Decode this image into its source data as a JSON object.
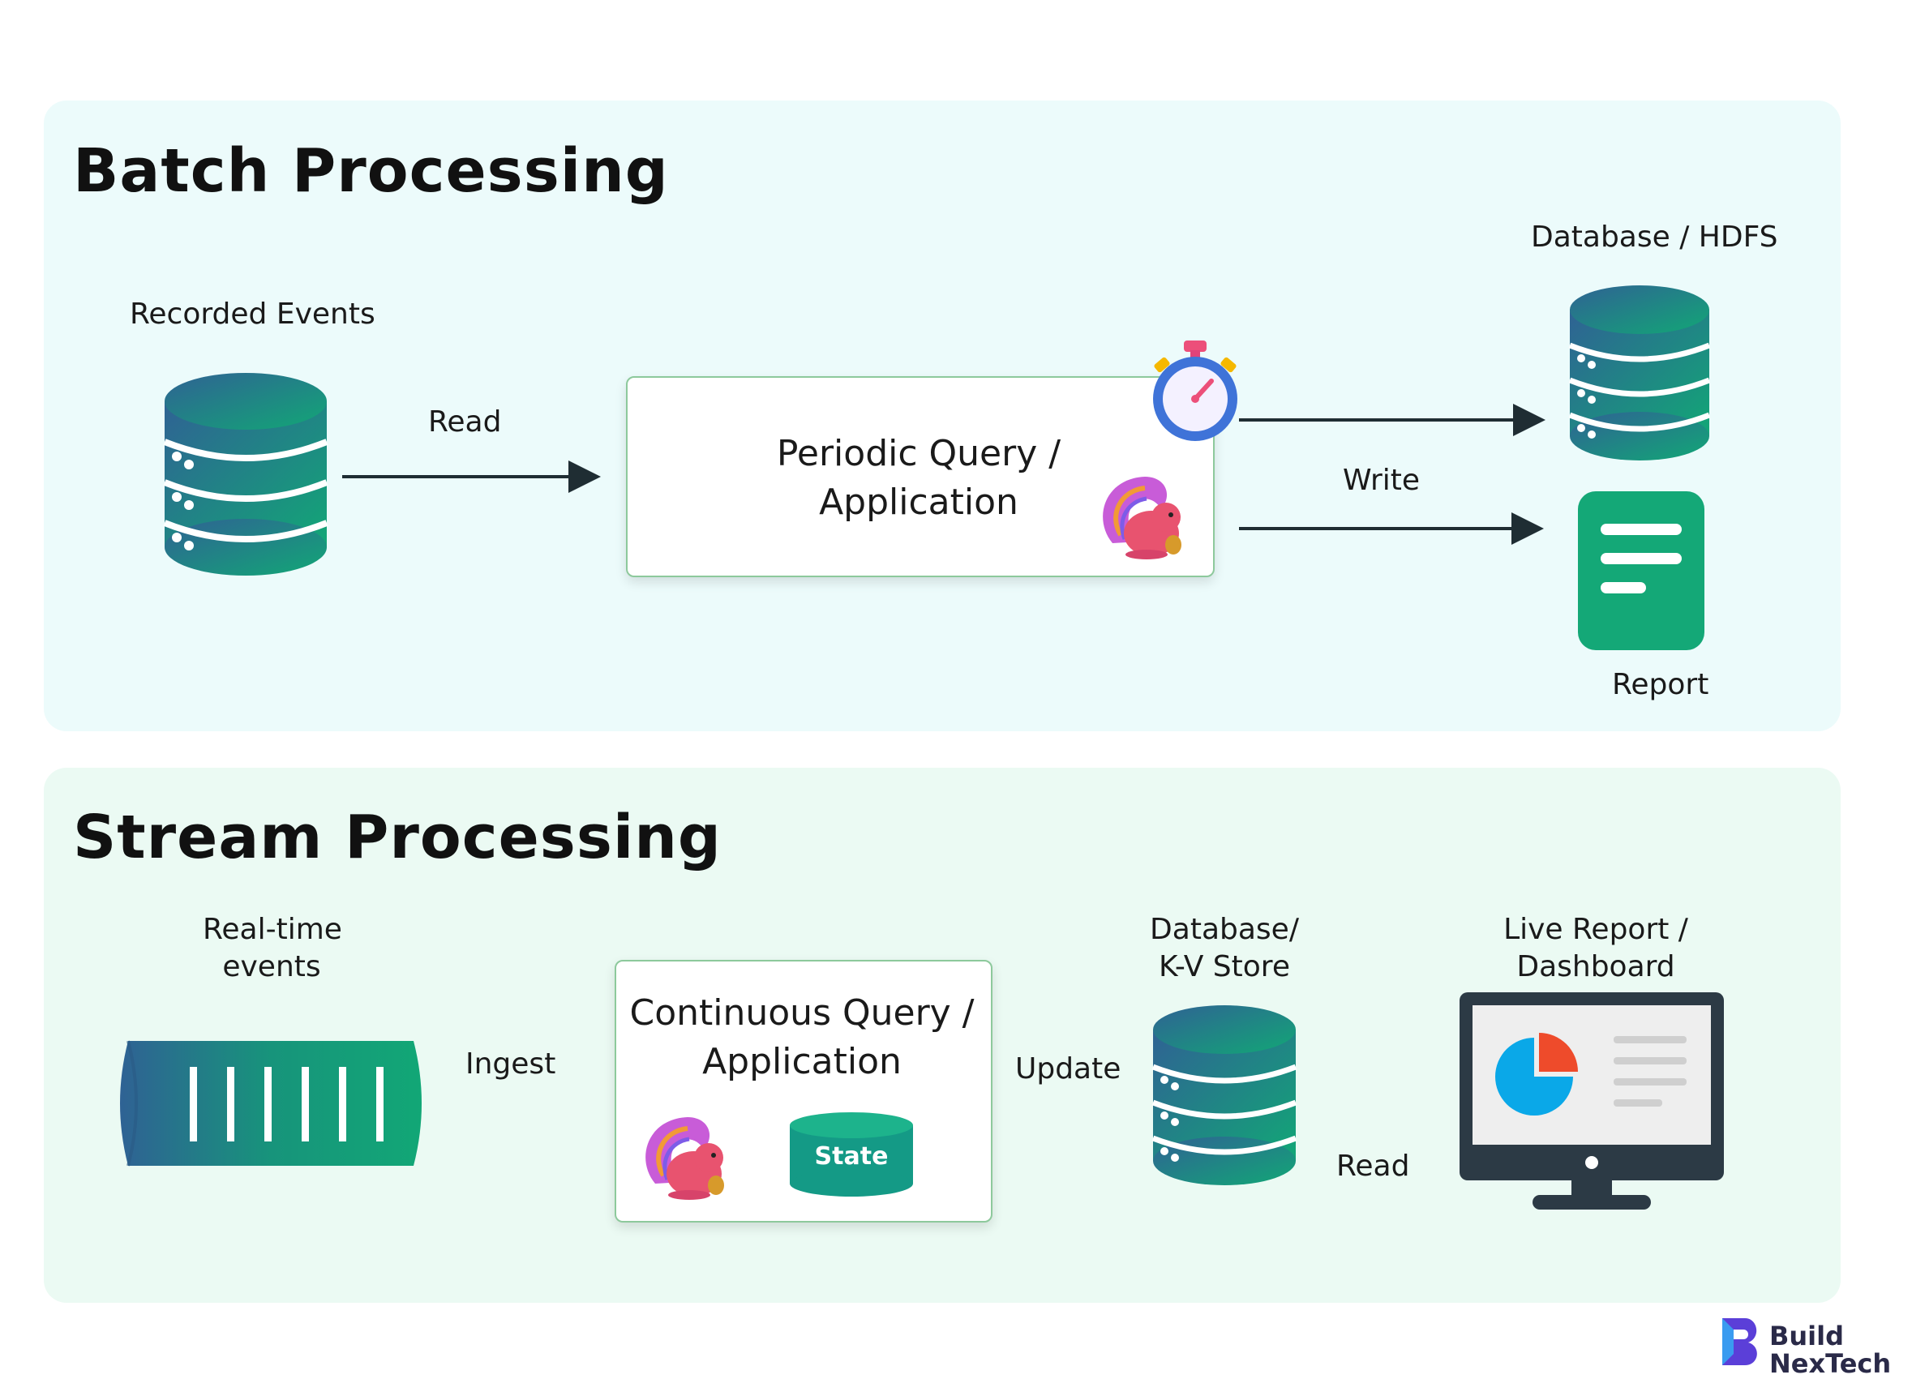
{
  "batch": {
    "title": "Batch Processing",
    "recorded_events": "Recorded Events",
    "read": "Read",
    "query_line1": "Periodic Query /",
    "query_line2": "Application",
    "write": "Write",
    "database": "Database / HDFS",
    "report": "Report"
  },
  "stream": {
    "title": "Stream Processing",
    "realtime_line1": "Real-time",
    "realtime_line2": "events",
    "ingest": "Ingest",
    "query_line1": "Continuous Query /",
    "query_line2": "Application",
    "state": "State",
    "update": "Update",
    "db_line1": "Database/",
    "db_line2": "K-V Store",
    "read": "Read",
    "live_line1": "Live Report /",
    "live_line2": "Dashboard"
  },
  "brand": {
    "line1": "Build",
    "line2": "NexTech"
  },
  "colors": {
    "gradient_start": "#2f6294",
    "gradient_end": "#12a776",
    "arrow": "#1f2d33",
    "report": "#14a877",
    "monitor": "#2c3a45"
  },
  "icons": [
    "database-icon",
    "stopwatch-icon",
    "flink-squirrel-icon",
    "report-document-icon",
    "event-stream-icon",
    "state-cylinder-icon",
    "monitor-dashboard-icon",
    "pie-chart-icon",
    "brand-logo-icon"
  ]
}
